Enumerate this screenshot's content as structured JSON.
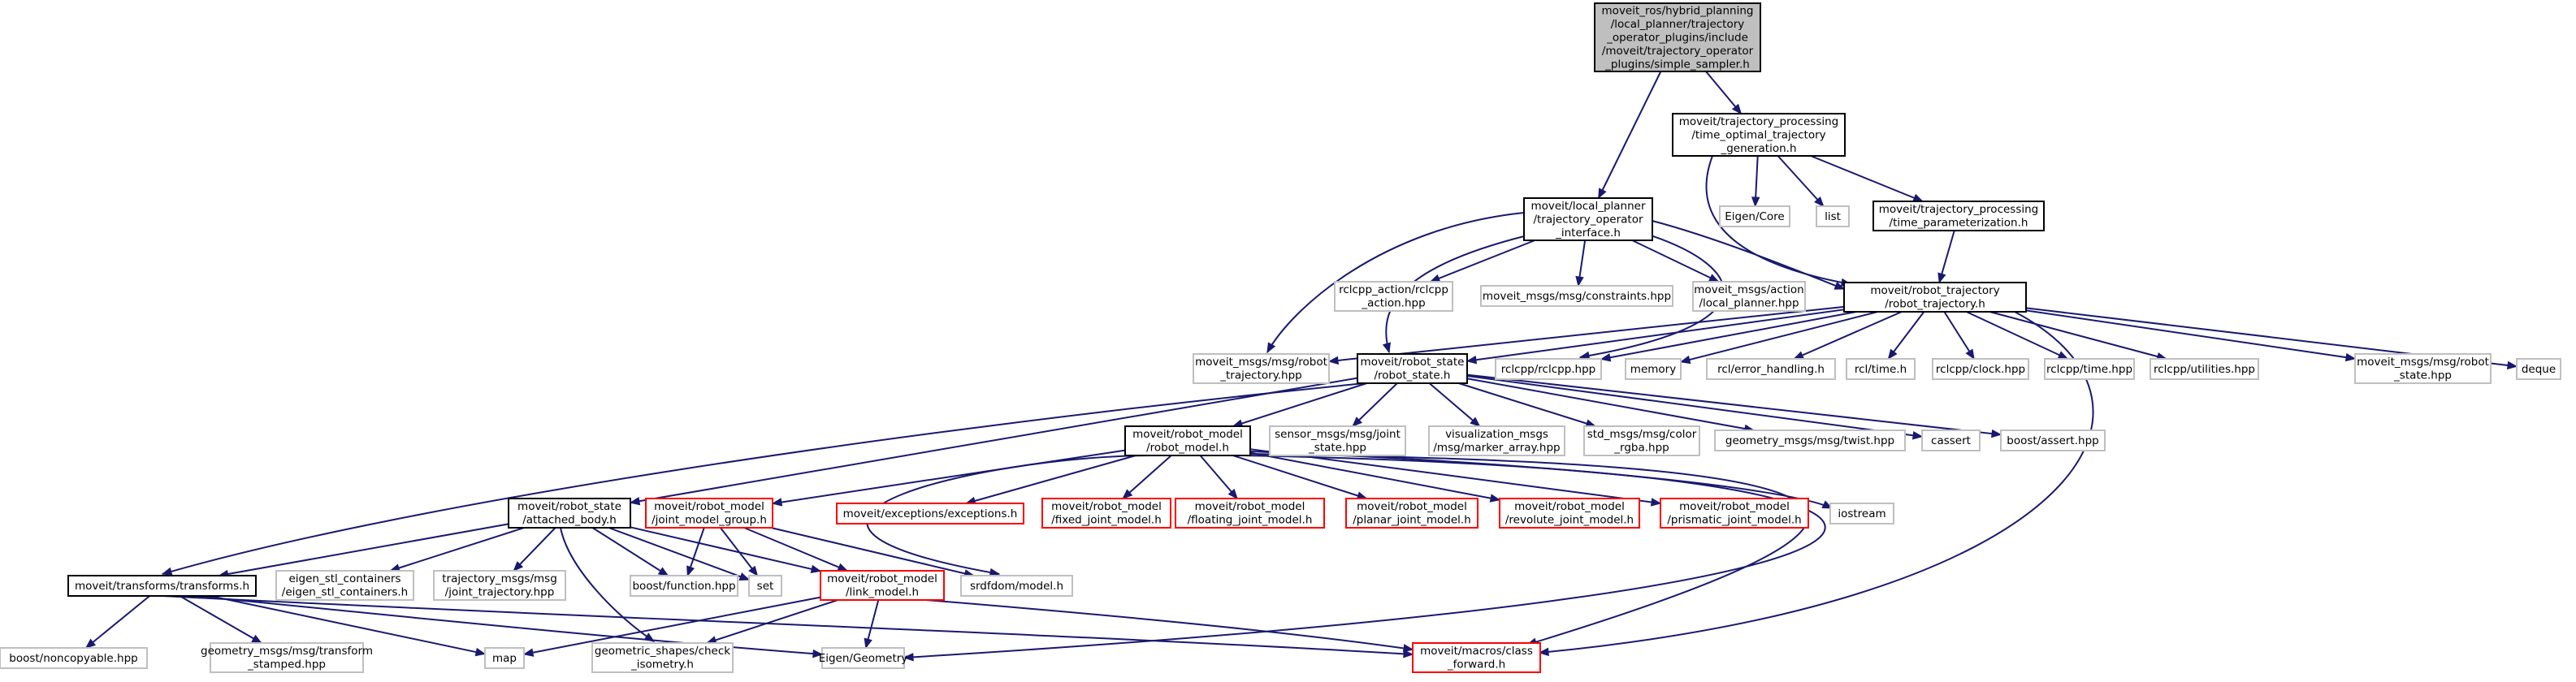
{
  "diagram": {
    "type": "include-dependency-graph",
    "colors": {
      "edge": "#191970",
      "root_fill": "#bfbfbf",
      "documented_border": "#000000",
      "external_border": "#bfbfbf",
      "missing_border": "#ff0000"
    },
    "nodes": [
      {
        "id": "root",
        "kind": "root",
        "lines": [
          "moveit_ros/hybrid_planning",
          "/local_planner/trajectory",
          "_operator_plugins/include",
          "/moveit/trajectory_operator",
          "_plugins/simple_sampler.h"
        ]
      },
      {
        "id": "totg",
        "kind": "doc",
        "lines": [
          "moveit/trajectory_processing",
          "/time_optimal_trajectory",
          "_generation.h"
        ]
      },
      {
        "id": "toi",
        "kind": "doc",
        "lines": [
          "moveit/local_planner",
          "/trajectory_operator",
          "_interface.h"
        ]
      },
      {
        "id": "eigen_core",
        "kind": "ext",
        "lines": [
          "Eigen/Core"
        ]
      },
      {
        "id": "list",
        "kind": "ext",
        "lines": [
          "list"
        ]
      },
      {
        "id": "tparam",
        "kind": "doc",
        "lines": [
          "moveit/trajectory_processing",
          "/time_parameterization.h"
        ]
      },
      {
        "id": "rclcpp_action",
        "kind": "ext",
        "lines": [
          "rclcpp_action/rclcpp",
          "_action.hpp"
        ]
      },
      {
        "id": "constraints",
        "kind": "ext",
        "lines": [
          "moveit_msgs/msg/constraints.hpp"
        ]
      },
      {
        "id": "local_planner_action",
        "kind": "ext",
        "lines": [
          "moveit_msgs/action",
          "/local_planner.hpp"
        ]
      },
      {
        "id": "robot_traj",
        "kind": "doc",
        "lines": [
          "moveit/robot_trajectory",
          "/robot_trajectory.h"
        ]
      },
      {
        "id": "msg_robot_traj",
        "kind": "ext",
        "lines": [
          "moveit_msgs/msg/robot",
          "_trajectory.hpp"
        ]
      },
      {
        "id": "robot_state",
        "kind": "doc",
        "lines": [
          "moveit/robot_state",
          "/robot_state.h"
        ]
      },
      {
        "id": "rclcpp",
        "kind": "ext",
        "lines": [
          "rclcpp/rclcpp.hpp"
        ]
      },
      {
        "id": "memory",
        "kind": "ext",
        "lines": [
          "memory"
        ]
      },
      {
        "id": "rcl_err",
        "kind": "ext",
        "lines": [
          "rcl/error_handling.h"
        ]
      },
      {
        "id": "rcl_time",
        "kind": "ext",
        "lines": [
          "rcl/time.h"
        ]
      },
      {
        "id": "rclcpp_clock",
        "kind": "ext",
        "lines": [
          "rclcpp/clock.hpp"
        ]
      },
      {
        "id": "rclcpp_time",
        "kind": "ext",
        "lines": [
          "rclcpp/time.hpp"
        ]
      },
      {
        "id": "rclcpp_util",
        "kind": "ext",
        "lines": [
          "rclcpp/utilities.hpp"
        ]
      },
      {
        "id": "msg_robot_state",
        "kind": "ext",
        "lines": [
          "moveit_msgs/msg/robot",
          "_state.hpp"
        ]
      },
      {
        "id": "deque",
        "kind": "ext",
        "lines": [
          "deque"
        ]
      },
      {
        "id": "robot_model",
        "kind": "doc",
        "lines": [
          "moveit/robot_model",
          "/robot_model.h"
        ]
      },
      {
        "id": "joint_state",
        "kind": "ext",
        "lines": [
          "sensor_msgs/msg/joint",
          "_state.hpp"
        ]
      },
      {
        "id": "marker_array",
        "kind": "ext",
        "lines": [
          "visualization_msgs",
          "/msg/marker_array.hpp"
        ]
      },
      {
        "id": "color_rgba",
        "kind": "ext",
        "lines": [
          "std_msgs/msg/color",
          "_rgba.hpp"
        ]
      },
      {
        "id": "twist",
        "kind": "ext",
        "lines": [
          "geometry_msgs/msg/twist.hpp"
        ]
      },
      {
        "id": "cassert",
        "kind": "ext",
        "lines": [
          "cassert"
        ]
      },
      {
        "id": "boost_assert",
        "kind": "ext",
        "lines": [
          "boost/assert.hpp"
        ]
      },
      {
        "id": "attached_body",
        "kind": "doc",
        "lines": [
          "moveit/robot_state",
          "/attached_body.h"
        ]
      },
      {
        "id": "jmg",
        "kind": "missing",
        "lines": [
          "moveit/robot_model",
          "/joint_model_group.h"
        ]
      },
      {
        "id": "exceptions",
        "kind": "missing",
        "lines": [
          "moveit/exceptions/exceptions.h"
        ]
      },
      {
        "id": "fixed_joint",
        "kind": "missing",
        "lines": [
          "moveit/robot_model",
          "/fixed_joint_model.h"
        ]
      },
      {
        "id": "floating_joint",
        "kind": "missing",
        "lines": [
          "moveit/robot_model",
          "/floating_joint_model.h"
        ]
      },
      {
        "id": "planar_joint",
        "kind": "missing",
        "lines": [
          "moveit/robot_model",
          "/planar_joint_model.h"
        ]
      },
      {
        "id": "revolute_joint",
        "kind": "missing",
        "lines": [
          "moveit/robot_model",
          "/revolute_joint_model.h"
        ]
      },
      {
        "id": "prismatic_joint",
        "kind": "missing",
        "lines": [
          "moveit/robot_model",
          "/prismatic_joint_model.h"
        ]
      },
      {
        "id": "iostream",
        "kind": "ext",
        "lines": [
          "iostream"
        ]
      },
      {
        "id": "transforms",
        "kind": "doc",
        "lines": [
          "moveit/transforms/transforms.h"
        ]
      },
      {
        "id": "eigen_stl",
        "kind": "ext",
        "lines": [
          "eigen_stl_containers",
          "/eigen_stl_containers.h"
        ]
      },
      {
        "id": "joint_traj",
        "kind": "ext",
        "lines": [
          "trajectory_msgs/msg",
          "/joint_trajectory.hpp"
        ]
      },
      {
        "id": "boost_function",
        "kind": "ext",
        "lines": [
          "boost/function.hpp"
        ]
      },
      {
        "id": "set",
        "kind": "ext",
        "lines": [
          "set"
        ]
      },
      {
        "id": "link_model",
        "kind": "missing",
        "lines": [
          "moveit/robot_model",
          "/link_model.h"
        ]
      },
      {
        "id": "srdf",
        "kind": "ext",
        "lines": [
          "srdfdom/model.h"
        ]
      },
      {
        "id": "noncopyable",
        "kind": "ext",
        "lines": [
          "boost/noncopyable.hpp"
        ]
      },
      {
        "id": "transform_stamped",
        "kind": "ext",
        "lines": [
          "geometry_msgs/msg/transform",
          "_stamped.hpp"
        ]
      },
      {
        "id": "map",
        "kind": "ext",
        "lines": [
          "map"
        ]
      },
      {
        "id": "check_isometry",
        "kind": "ext",
        "lines": [
          "geometric_shapes/check",
          "_isometry.h"
        ]
      },
      {
        "id": "eigen_geometry",
        "kind": "ext",
        "lines": [
          "Eigen/Geometry"
        ]
      },
      {
        "id": "class_forward",
        "kind": "missing",
        "lines": [
          "moveit/macros/class",
          "_forward.h"
        ]
      }
    ],
    "edges": [
      [
        "root",
        "totg"
      ],
      [
        "root",
        "toi"
      ],
      [
        "totg",
        "eigen_core"
      ],
      [
        "totg",
        "list"
      ],
      [
        "totg",
        "tparam"
      ],
      [
        "totg",
        "robot_traj"
      ],
      [
        "tparam",
        "robot_traj"
      ],
      [
        "toi",
        "rclcpp_action"
      ],
      [
        "toi",
        "constraints"
      ],
      [
        "toi",
        "local_planner_action"
      ],
      [
        "toi",
        "robot_traj"
      ],
      [
        "toi",
        "msg_robot_traj"
      ],
      [
        "toi",
        "robot_state"
      ],
      [
        "toi",
        "rclcpp"
      ],
      [
        "robot_traj",
        "msg_robot_traj"
      ],
      [
        "robot_traj",
        "robot_state"
      ],
      [
        "robot_traj",
        "rclcpp"
      ],
      [
        "robot_traj",
        "memory"
      ],
      [
        "robot_traj",
        "rcl_err"
      ],
      [
        "robot_traj",
        "rcl_time"
      ],
      [
        "robot_traj",
        "rclcpp_clock"
      ],
      [
        "robot_traj",
        "rclcpp_time"
      ],
      [
        "robot_traj",
        "rclcpp_util"
      ],
      [
        "robot_traj",
        "msg_robot_state"
      ],
      [
        "robot_traj",
        "deque"
      ],
      [
        "robot_traj",
        "class_forward"
      ],
      [
        "robot_state",
        "robot_model"
      ],
      [
        "robot_state",
        "joint_state"
      ],
      [
        "robot_state",
        "marker_array"
      ],
      [
        "robot_state",
        "color_rgba"
      ],
      [
        "robot_state",
        "twist"
      ],
      [
        "robot_state",
        "cassert"
      ],
      [
        "robot_state",
        "boost_assert"
      ],
      [
        "robot_state",
        "attached_body"
      ],
      [
        "robot_state",
        "transforms"
      ],
      [
        "robot_model",
        "jmg"
      ],
      [
        "robot_model",
        "exceptions"
      ],
      [
        "robot_model",
        "fixed_joint"
      ],
      [
        "robot_model",
        "floating_joint"
      ],
      [
        "robot_model",
        "planar_joint"
      ],
      [
        "robot_model",
        "revolute_joint"
      ],
      [
        "robot_model",
        "prismatic_joint"
      ],
      [
        "robot_model",
        "iostream"
      ],
      [
        "robot_model",
        "srdf"
      ],
      [
        "robot_model",
        "eigen_geometry"
      ],
      [
        "robot_model",
        "class_forward"
      ],
      [
        "attached_body",
        "transforms"
      ],
      [
        "attached_body",
        "eigen_stl"
      ],
      [
        "attached_body",
        "joint_traj"
      ],
      [
        "attached_body",
        "boost_function"
      ],
      [
        "attached_body",
        "set"
      ],
      [
        "attached_body",
        "link_model"
      ],
      [
        "attached_body",
        "check_isometry"
      ],
      [
        "jmg",
        "boost_function"
      ],
      [
        "jmg",
        "set"
      ],
      [
        "jmg",
        "link_model"
      ],
      [
        "jmg",
        "srdf"
      ],
      [
        "transforms",
        "noncopyable"
      ],
      [
        "transforms",
        "transform_stamped"
      ],
      [
        "transforms",
        "map"
      ],
      [
        "transforms",
        "eigen_geometry"
      ],
      [
        "transforms",
        "class_forward"
      ],
      [
        "link_model",
        "map"
      ],
      [
        "link_model",
        "check_isometry"
      ],
      [
        "link_model",
        "eigen_geometry"
      ],
      [
        "link_model",
        "class_forward"
      ]
    ]
  }
}
